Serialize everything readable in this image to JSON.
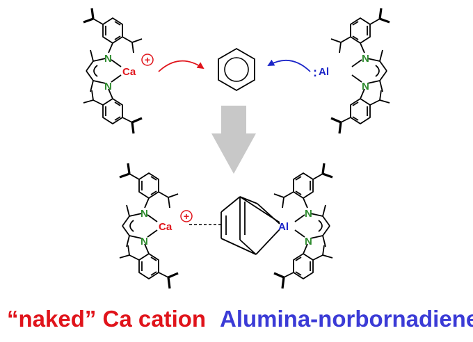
{
  "atoms": {
    "nitrogen": "N",
    "calcium": "Ca",
    "aluminum": "Al",
    "lone_pair": ":",
    "cation_charge": "+"
  },
  "captions": {
    "left": "“naked” Ca cation",
    "right": "Alumina-norbornadiene"
  },
  "colors": {
    "nitrogen": "#2e8b2e",
    "calcium": "#e0141b",
    "aluminum": "#1b25c8",
    "arrow_red": "#e0141b",
    "arrow_blue": "#1b25c8",
    "reaction_arrow": "#c8c8c8",
    "caption_left": "#e0141b",
    "caption_right": "#3b3bd6",
    "bond": "#000000"
  }
}
